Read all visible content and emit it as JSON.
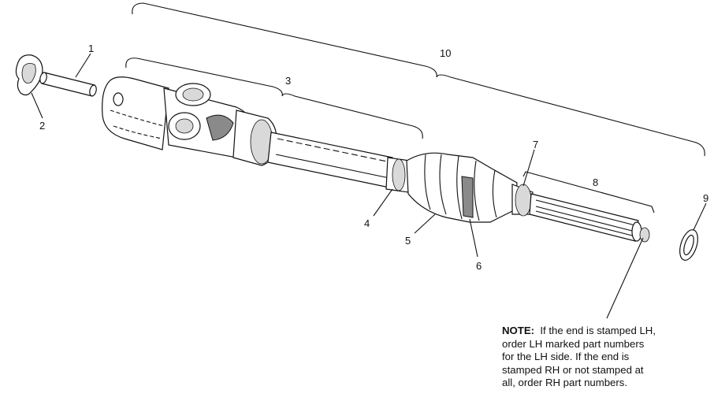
{
  "callouts": {
    "c1": "1",
    "c2": "2",
    "c3": "3",
    "c4": "4",
    "c5": "5",
    "c6": "6",
    "c7": "7",
    "c8": "8",
    "c9": "9",
    "c10": "10"
  },
  "note": {
    "label": "NOTE:",
    "lines": [
      "If the end is stamped LH,",
      "order LH marked part numbers",
      "for the LH side.  If the end is",
      "stamped RH or not stamped at",
      "all, order RH part numbers."
    ]
  }
}
